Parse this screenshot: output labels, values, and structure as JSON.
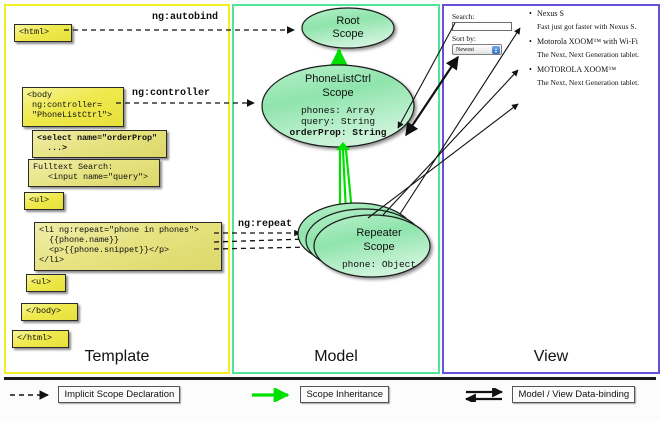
{
  "diagram": {
    "title": "AngularJS Template / Model / View scope diagram",
    "panels": [
      {
        "id": "template",
        "label": "Template",
        "border_color": "#f2ef22"
      },
      {
        "id": "model",
        "label": "Model",
        "border_color": "#4ee49b"
      },
      {
        "id": "view",
        "label": "View",
        "border_color": "#6a4fd8"
      }
    ]
  },
  "template": {
    "boxes": [
      {
        "name": "html-open",
        "text": "<html>"
      },
      {
        "name": "body-open",
        "text": "<body\n ng:controller=\n \"PhoneListCtrl\">"
      },
      {
        "name": "select-orderprop",
        "text": "<select name=\"orderProp\"\n  ...>"
      },
      {
        "name": "fulltext-search",
        "text": "Fulltext Search:\n   <input name=\"query\">"
      },
      {
        "name": "ul-open",
        "text": "<ul>"
      },
      {
        "name": "li-ngrepeat",
        "text": "<li ng:repeat=\"phone in phones\">\n  {{phone.name}}\n  <p>{{phone.snippet}}</p>\n</li>"
      },
      {
        "name": "ul-close",
        "text": "<ul>"
      },
      {
        "name": "body-close",
        "text": "</body>"
      },
      {
        "name": "html-close",
        "text": "</html>"
      }
    ]
  },
  "connectors": {
    "ng_autobind": "ng:autobind",
    "ng_controller": "ng:controller",
    "ng_repeat": "ng:repeat"
  },
  "model": {
    "scopes": [
      {
        "name": "root-scope",
        "title_line1": "Root",
        "title_line2": "Scope",
        "properties": []
      },
      {
        "name": "phonelistctrl-scope",
        "title_line1": "PhoneListCtrl",
        "title_line2": "Scope",
        "properties": [
          {
            "text": "phones: Array",
            "bold": false
          },
          {
            "text": "query: String",
            "bold": false
          },
          {
            "text": "orderProp: String",
            "bold": true
          }
        ]
      },
      {
        "name": "repeater-scope",
        "title_line1": "Repeater",
        "title_line2": "Scope",
        "properties": [
          {
            "text": "phone: Object",
            "bold": false
          }
        ]
      }
    ]
  },
  "view": {
    "search": {
      "label": "Search:",
      "value": "",
      "placeholder": ""
    },
    "sort": {
      "label": "Sort by:",
      "selected": "Newest"
    },
    "phones": [
      {
        "name": "Nexus S",
        "snippet": "Fast just got faster with Nexus S."
      },
      {
        "name": "Motorola XOOM™ with Wi-Fi",
        "snippet": "The Next, Next Generation tablet."
      },
      {
        "name": "MOTOROLA XOOM™",
        "snippet": "The Next, Next Generation tablet."
      }
    ]
  },
  "legend": {
    "items": [
      {
        "name": "implicit-scope-declaration",
        "label": "Implicit Scope Declaration",
        "style": "dashed-arrow",
        "color": "#111111"
      },
      {
        "name": "scope-inheritance",
        "label": "Scope Inheritance",
        "style": "green-arrow",
        "color": "#00e000"
      },
      {
        "name": "model-view-data-binding",
        "label": "Model / View Data-binding",
        "style": "double-arrow",
        "color": "#111111"
      }
    ]
  },
  "colors": {
    "code_box_fill": "#efe94e",
    "scope_fill": "#8fe4ac",
    "inheritance_arrow": "#00e000",
    "template_border": "#f2ef22",
    "model_border": "#4ee49b",
    "view_border": "#6a4fd8"
  }
}
